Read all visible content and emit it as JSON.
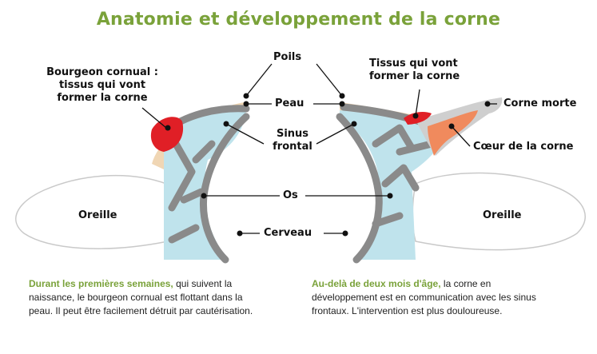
{
  "title": "Anatomie et développement de la corne",
  "labels": {
    "bourgeon": "Bourgeon cornual :",
    "bourgeon_line2": "tissus qui vont",
    "bourgeon_line3": "former la corne",
    "poils": "Poils",
    "peau": "Peau",
    "sinus": "Sinus",
    "sinus_line2": "frontal",
    "tissus_right": "Tissus qui vont",
    "tissus_right_line2": "former la corne",
    "corne_morte": "Corne morte",
    "coeur": "Cœur de la corne",
    "os": "Os",
    "oreille_left": "Oreille",
    "oreille_right": "Oreille",
    "cerveau": "Cerveau"
  },
  "captions": {
    "left_highlight": "Durant les premières semaines,",
    "left_rest": "qui suivent la naissance, le bourgeon cornual est flottant dans la peau. Il peut être facilement détruit par cautérisation.",
    "right_highlight": "Au-delà de deux mois d'âge,",
    "right_rest": "la corne en développement est en communication avec les sinus frontaux. L'intervention est plus douloureuse."
  },
  "colors": {
    "title": "#7aa23a",
    "sinus": "#bfe3ec",
    "bone": "#8a8a8a",
    "skin": "#f0d6b4",
    "bud": "#e01f26",
    "horn_core": "#f08a5d",
    "dead_horn": "#cfcfcf"
  }
}
